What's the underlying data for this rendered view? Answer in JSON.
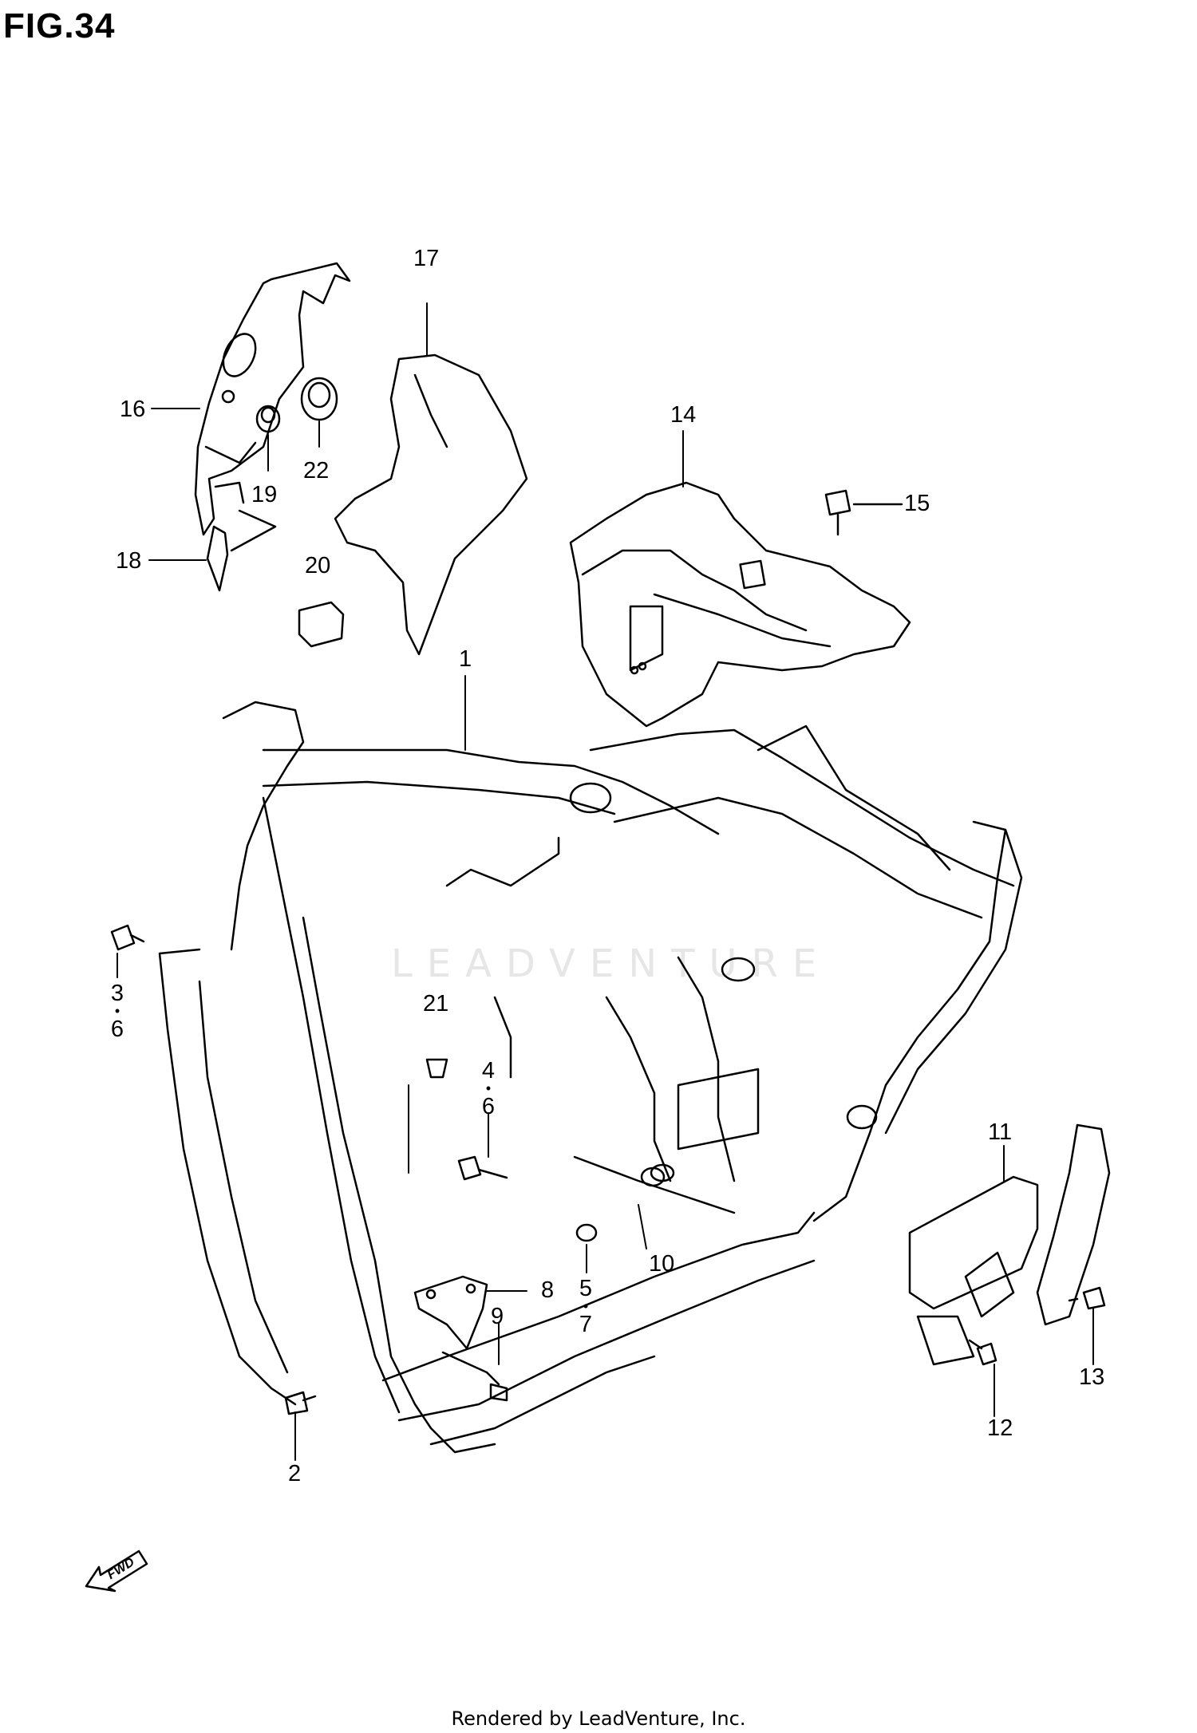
{
  "figure": {
    "title": "FIG.34"
  },
  "footer": {
    "text": "Rendered by LeadVenture, Inc."
  },
  "watermark": {
    "logo_text": "LEADVENTURE"
  },
  "fwd_arrow": {
    "label": "FWD",
    "icon": "fwd-arrow-icon"
  },
  "callouts": {
    "p1": "1",
    "p2": "2",
    "p3": "3",
    "p4": "4",
    "p5": "5",
    "p6a": "6",
    "p6b": "6",
    "p7": "7",
    "p8": "8",
    "p9": "9",
    "p10": "10",
    "p11": "11",
    "p12": "12",
    "p13": "13",
    "p14": "14",
    "p15": "15",
    "p16": "16",
    "p17": "17",
    "p18": "18",
    "p19": "19",
    "p20": "20",
    "p21": "21",
    "p22": "22"
  }
}
